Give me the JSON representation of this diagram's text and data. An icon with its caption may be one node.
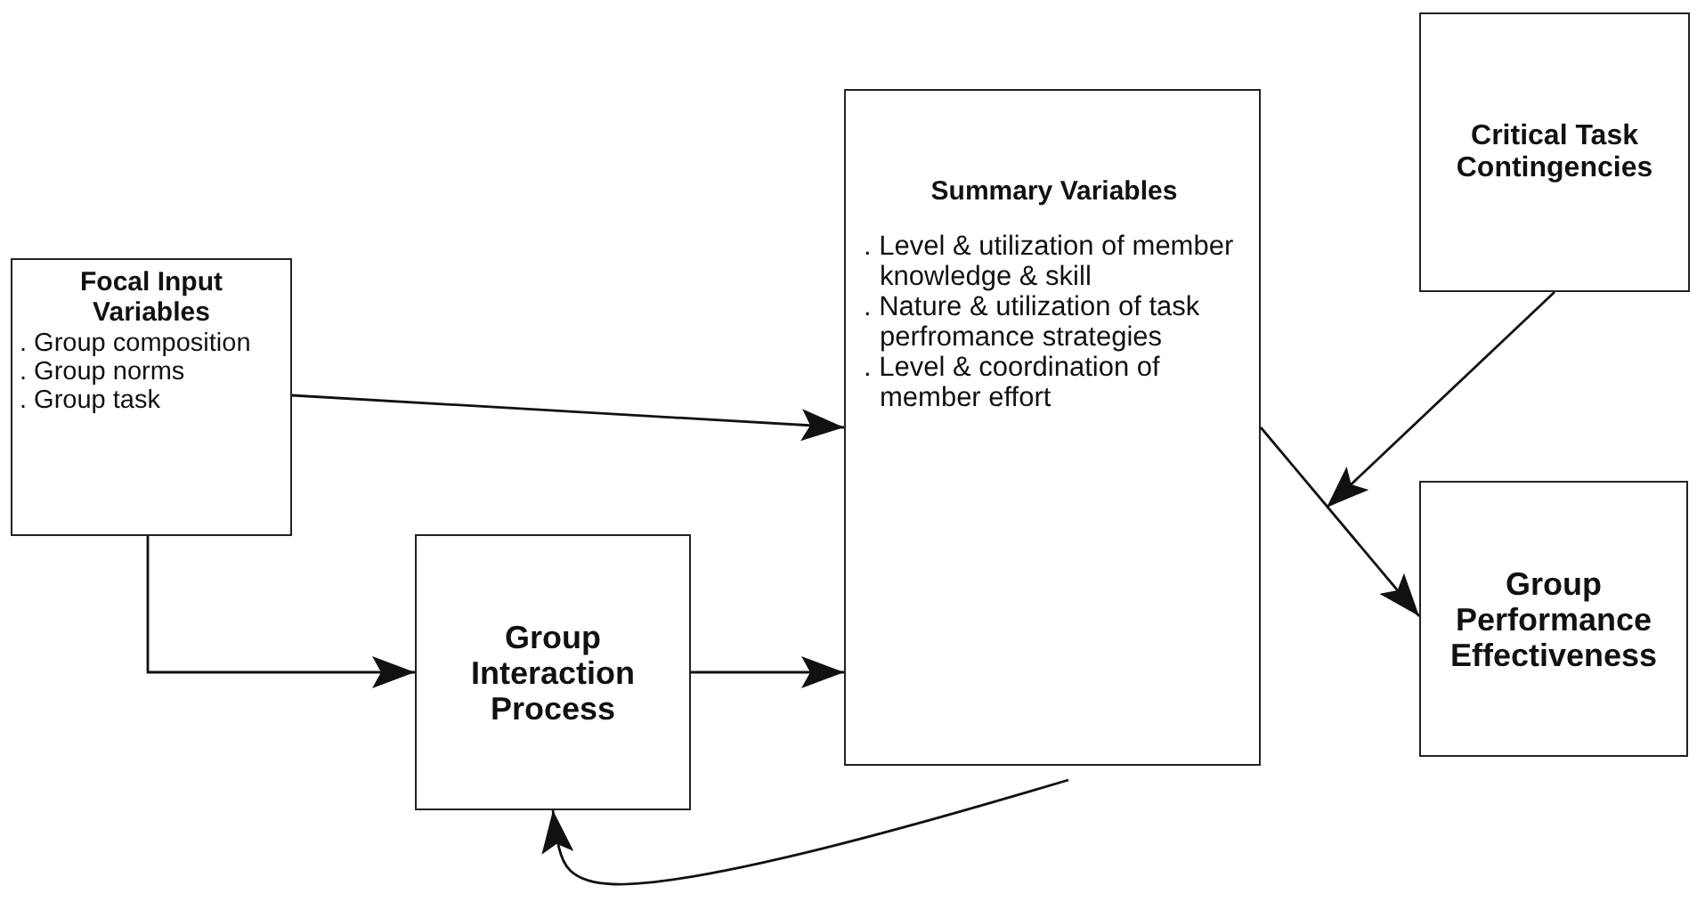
{
  "diagram": {
    "nodes": [
      {
        "text": [
          "Focal Input Variables",
          ". Group composition",
          ". Group norms",
          ". Group task"
        ]
      },
      {
        "text": [
          "Group Interaction Process"
        ]
      },
      {
        "text": [
          "Summary Variables",
          ". Level & utilization of member knowledge & skill",
          ". Nature & utilization of task perfromance strategies",
          ". Level & coordination of member effort"
        ]
      },
      {
        "text": [
          "Critical Task Contingencies"
        ]
      },
      {
        "text": [
          "Group Performance Effectiveness"
        ]
      }
    ],
    "edges": [
      {
        "from": 0,
        "to": 2,
        "arrow": "to"
      },
      {
        "from": 0,
        "to": 1,
        "arrow": "to"
      },
      {
        "from": 1,
        "to": 2,
        "arrow": "to"
      },
      {
        "from": 2,
        "to": 1,
        "arrow": "to"
      },
      {
        "from": 2,
        "to": 4,
        "arrow": "to"
      },
      {
        "from": 3,
        "to": null,
        "arrow": "to"
      }
    ]
  }
}
